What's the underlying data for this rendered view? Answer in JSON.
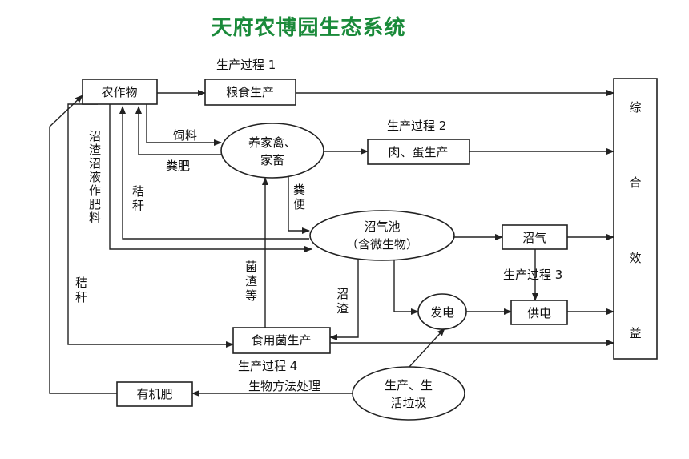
{
  "title": "天府农博园生态系统",
  "nodes": {
    "crops": "农作物",
    "grain": "粮食生产",
    "poultry_1": "养家禽、",
    "poultry_2": "家畜",
    "meat": "肉、蛋生产",
    "biogas_1": "沼气池",
    "biogas_2": "（含微生物）",
    "gas": "沼气",
    "power_gen": "发电",
    "power_supply": "供电",
    "fungus": "食用菌生产",
    "fertilizer": "有机肥",
    "garbage_1": "生产、生",
    "garbage_2": "活垃圾",
    "benefit": [
      "综",
      "合",
      "效",
      "益"
    ]
  },
  "labels": {
    "process1": "生产过程 1",
    "process2": "生产过程 2",
    "process3": "生产过程 3",
    "process4": "生产过程 4",
    "feed": "饲料",
    "manure": "粪肥",
    "excrement": [
      "粪",
      "便"
    ],
    "straw_a": [
      "秸",
      "秆"
    ],
    "straw_b": [
      "秸",
      "秆"
    ],
    "residue_fert": [
      "沼",
      "渣",
      "沼",
      "液",
      "作",
      "肥",
      "料"
    ],
    "fungus_residue": [
      "菌",
      "渣",
      "等"
    ],
    "biogas_residue": [
      "沼",
      "渣"
    ],
    "bio_process": "生物方法处理"
  }
}
